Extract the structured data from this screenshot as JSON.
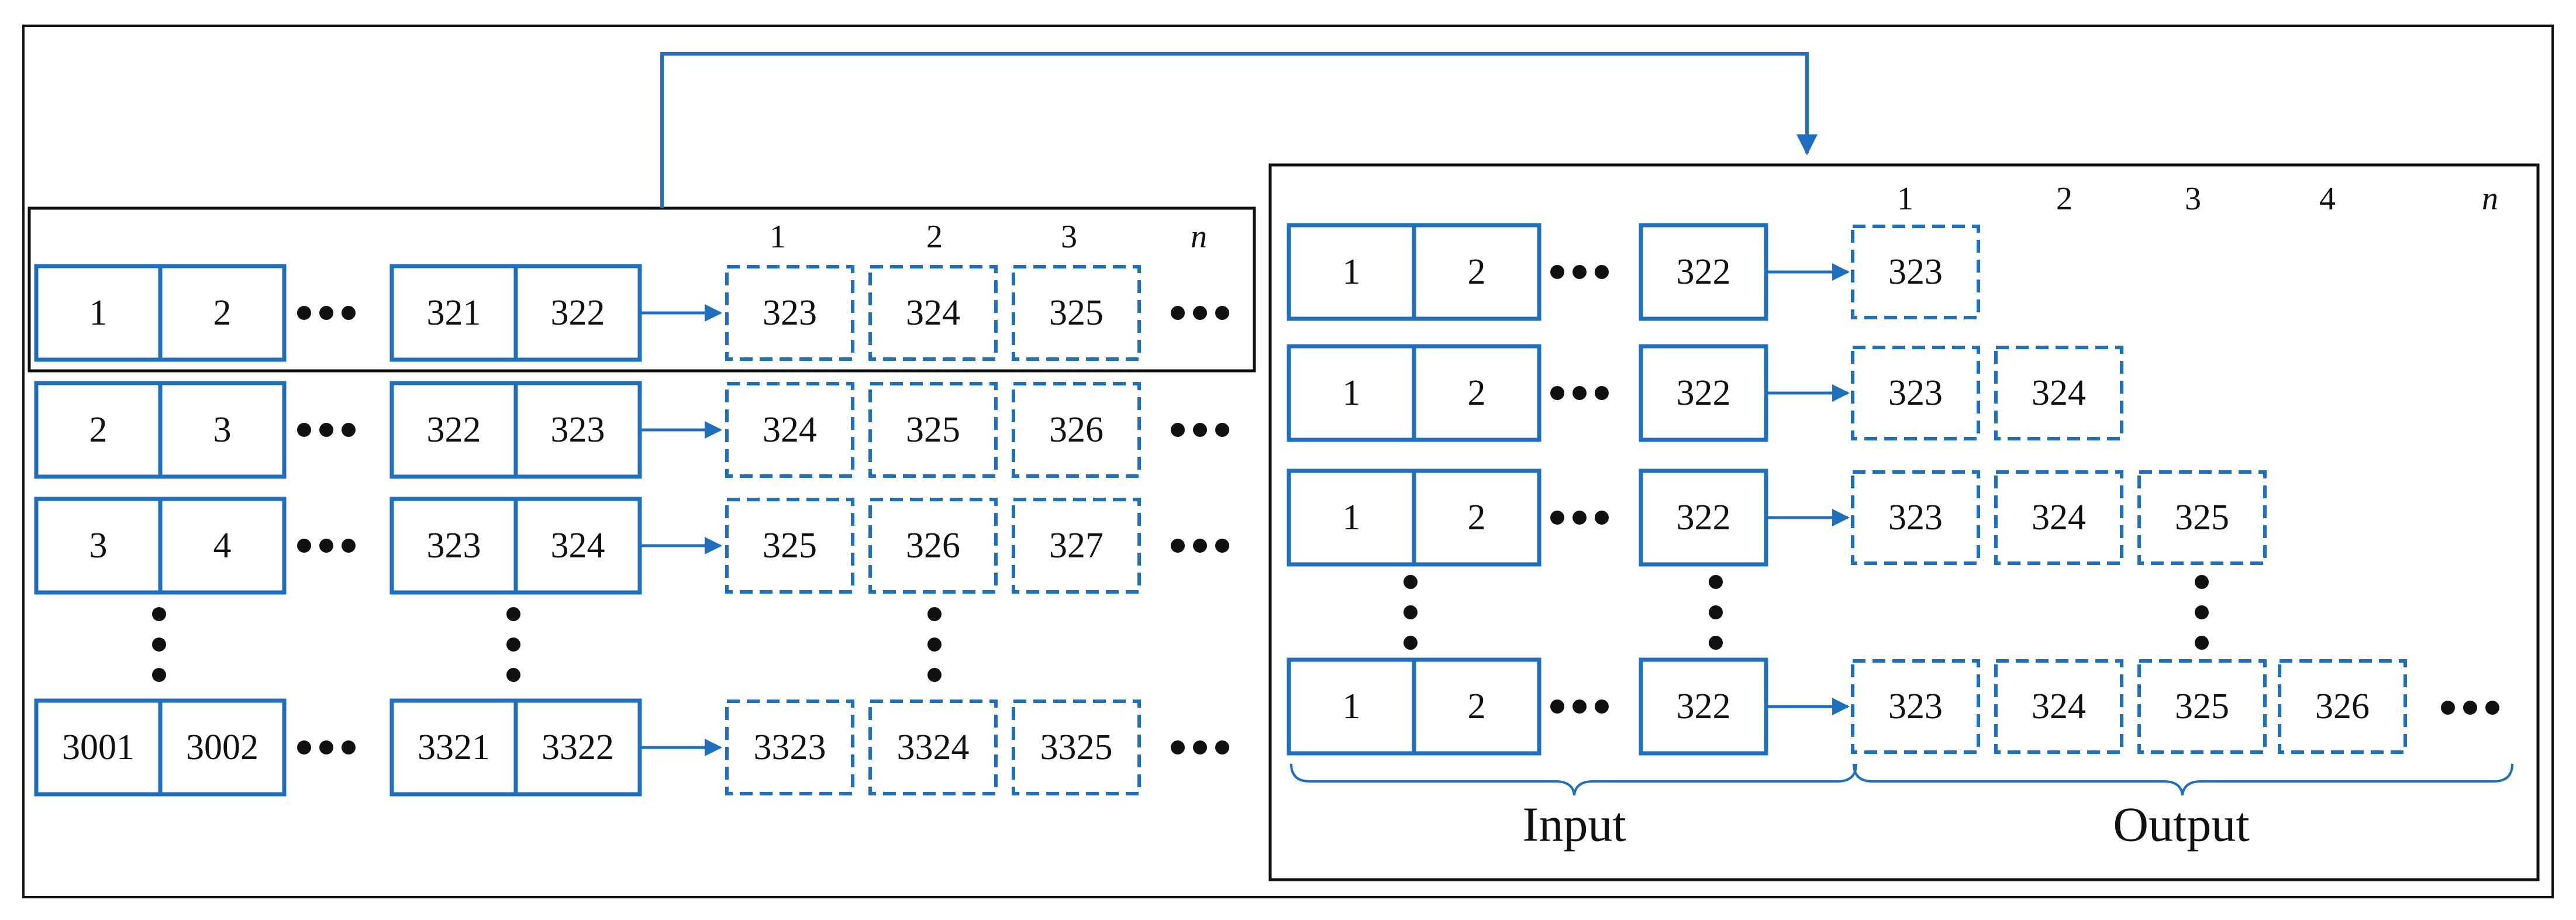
{
  "colors": {
    "box": "#1f6fbf",
    "frame": "#111111",
    "dot": "#111111",
    "text": "#111111"
  },
  "left": {
    "column_headers": [
      "1",
      "2",
      "3",
      "n"
    ],
    "rows": [
      {
        "input": [
          "1",
          "2"
        ],
        "tail": [
          "321",
          "322"
        ],
        "output": [
          "323",
          "324",
          "325"
        ]
      },
      {
        "input": [
          "2",
          "3"
        ],
        "tail": [
          "322",
          "323"
        ],
        "output": [
          "324",
          "325",
          "326"
        ]
      },
      {
        "input": [
          "3",
          "4"
        ],
        "tail": [
          "323",
          "324"
        ],
        "output": [
          "325",
          "326",
          "327"
        ]
      },
      {
        "input": [
          "3001",
          "3002"
        ],
        "tail": [
          "3321",
          "3322"
        ],
        "output": [
          "3323",
          "3324",
          "3325"
        ]
      }
    ]
  },
  "right": {
    "column_headers": [
      "1",
      "2",
      "3",
      "4",
      "n"
    ],
    "rows": [
      {
        "input": [
          "1",
          "2"
        ],
        "tail": "322",
        "output": [
          "323"
        ]
      },
      {
        "input": [
          "1",
          "2"
        ],
        "tail": "322",
        "output": [
          "323",
          "324"
        ]
      },
      {
        "input": [
          "1",
          "2"
        ],
        "tail": "322",
        "output": [
          "323",
          "324",
          "325"
        ]
      },
      {
        "input": [
          "1",
          "2"
        ],
        "tail": "322",
        "output": [
          "323",
          "324",
          "325",
          "326"
        ]
      }
    ],
    "input_caption": "Input",
    "output_caption": "Output"
  }
}
